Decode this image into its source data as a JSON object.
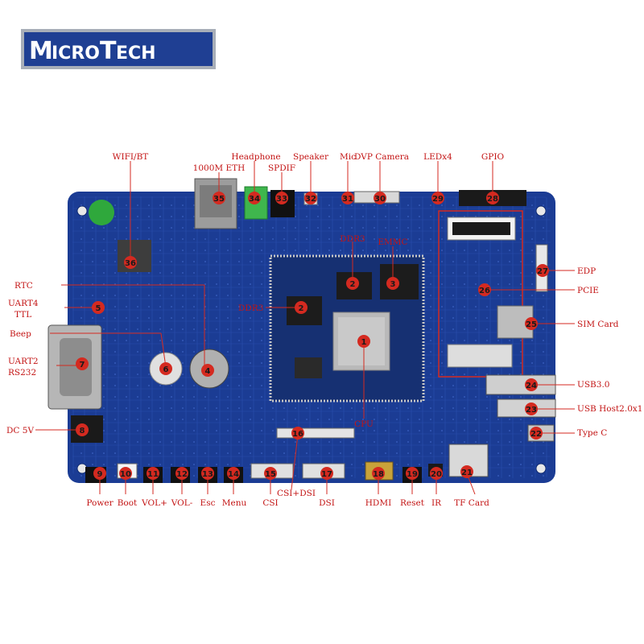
{
  "logo": {
    "text_big_m": "M",
    "text_icro": "ICRO",
    "text_big_t": "T",
    "text_ech": "ECH"
  },
  "colors": {
    "label_red": "#c31414",
    "board_blue": "#1b3c94",
    "marker_red": "#d42a20"
  },
  "callouts": [
    {
      "num": "1",
      "label": "CPU"
    },
    {
      "num": "2",
      "label": "DDR3"
    },
    {
      "num": "2",
      "label": "DDR3"
    },
    {
      "num": "3",
      "label": "EMMC"
    },
    {
      "num": "4",
      "label": "RTC"
    },
    {
      "num": "5",
      "label": "UART4"
    },
    {
      "num": "5",
      "label": "TTL"
    },
    {
      "num": "6",
      "label": "Beep"
    },
    {
      "num": "7",
      "label": "UART2"
    },
    {
      "num": "7",
      "label": "RS232"
    },
    {
      "num": "8",
      "label": "DC 5V"
    },
    {
      "num": "9",
      "label": "Power"
    },
    {
      "num": "10",
      "label": "Boot"
    },
    {
      "num": "11",
      "label": "VOL+"
    },
    {
      "num": "12",
      "label": "VOL-"
    },
    {
      "num": "13",
      "label": "Esc"
    },
    {
      "num": "14",
      "label": "Menu"
    },
    {
      "num": "15",
      "label": "CSI"
    },
    {
      "num": "16",
      "label": "CSI+DSI"
    },
    {
      "num": "17",
      "label": "DSI"
    },
    {
      "num": "18",
      "label": "HDMI"
    },
    {
      "num": "19",
      "label": "Reset"
    },
    {
      "num": "20",
      "label": "IR"
    },
    {
      "num": "21",
      "label": "TF Card"
    },
    {
      "num": "22",
      "label": "Type C"
    },
    {
      "num": "23",
      "label": "USB Host2.0x1"
    },
    {
      "num": "24",
      "label": "USB3.0"
    },
    {
      "num": "25",
      "label": "SIM Card"
    },
    {
      "num": "26",
      "label": "PCIE"
    },
    {
      "num": "27",
      "label": "EDP"
    },
    {
      "num": "28",
      "label": "GPIO"
    },
    {
      "num": "29",
      "label": "LEDx4"
    },
    {
      "num": "30",
      "label": "DVP Camera"
    },
    {
      "num": "31",
      "label": "Mic"
    },
    {
      "num": "32",
      "label": "Speaker"
    },
    {
      "num": "33",
      "label": "SPDIF"
    },
    {
      "num": "34",
      "label": "Headphone"
    },
    {
      "num": "35",
      "label": "1000M ETH"
    },
    {
      "num": "36",
      "label": "WIFI/BT"
    }
  ]
}
